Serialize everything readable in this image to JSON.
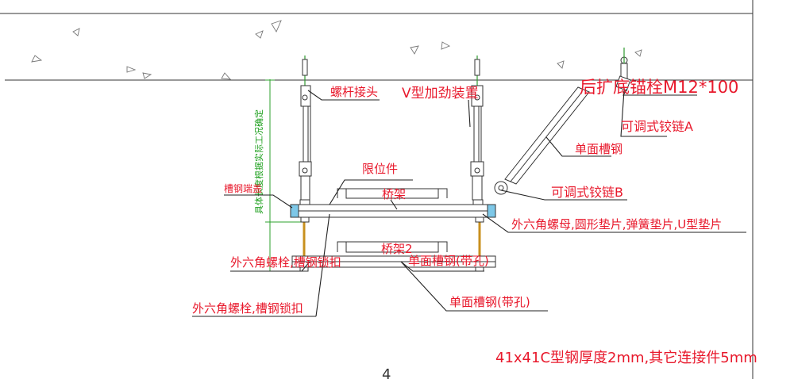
{
  "labels": {
    "rod_joint": "螺杆接头",
    "v_bracing": "V型加劲装置",
    "anchor_bolt": "后扩底锚栓M12*100",
    "hinge_a": "可调式铰链A",
    "single_channel": "单面槽钢",
    "hinge_b": "可调式铰链B",
    "limiter": "限位件",
    "tray_1": "桥架",
    "tray_2": "桥架2",
    "channel_end_cap": "槽钢端盖",
    "nut_washers": "外六角螺母,圆形垫片,弹簧垫片,U型垫片",
    "hex_bolt_lock_1": "外六角螺栓,槽钢锁扣",
    "channel_holed_1": "单面槽钢(带孔)",
    "hex_bolt_lock_2": "外六角螺栓,槽钢锁扣",
    "channel_holed_2": "单面槽钢(带孔)",
    "note": "41x41C型钢厚度2mm,其它连接件5mm",
    "vertical_dim": "具体长度根据实际工况确定",
    "bottom_mark": "4"
  },
  "colors": {
    "label": "#e8192c",
    "dimension": "#2ca02c",
    "steel": "#333333",
    "hanger_top": "#2e9a2e",
    "channel_fill": "#7ec8e8"
  }
}
